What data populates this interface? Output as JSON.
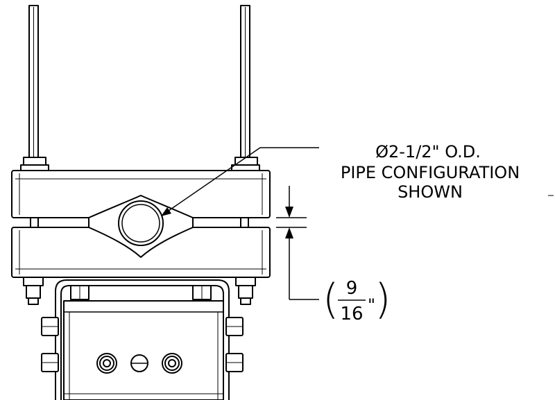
{
  "callout": {
    "line1": "Ø2-1/2\" O.D.",
    "line2": "PIPE CONFIGURATION",
    "line3": "SHOWN"
  },
  "dimension": {
    "numerator": "9",
    "denominator": "16",
    "unit": "\""
  },
  "colors": {
    "line": "#000000",
    "background": "#ffffff",
    "part_fill": "#ffffff"
  }
}
